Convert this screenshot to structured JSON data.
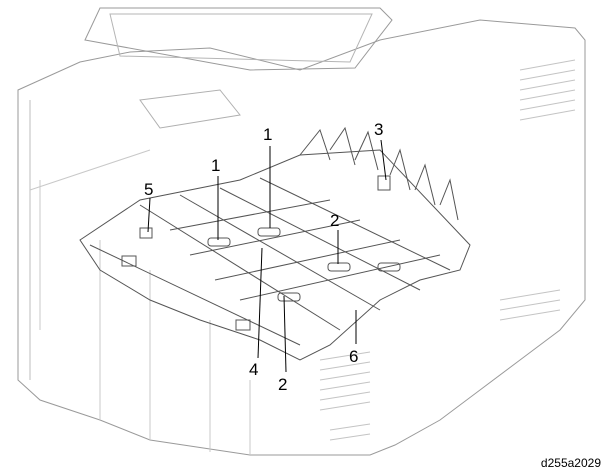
{
  "diagram": {
    "callouts": [
      {
        "id": "c1a",
        "label": "1"
      },
      {
        "id": "c1b",
        "label": "1"
      },
      {
        "id": "c3",
        "label": "3"
      },
      {
        "id": "c5",
        "label": "5"
      },
      {
        "id": "c2a",
        "label": "2"
      },
      {
        "id": "c4",
        "label": "4"
      },
      {
        "id": "c2b",
        "label": "2"
      },
      {
        "id": "c6",
        "label": "6"
      }
    ],
    "figure_code": "d255a2029"
  }
}
